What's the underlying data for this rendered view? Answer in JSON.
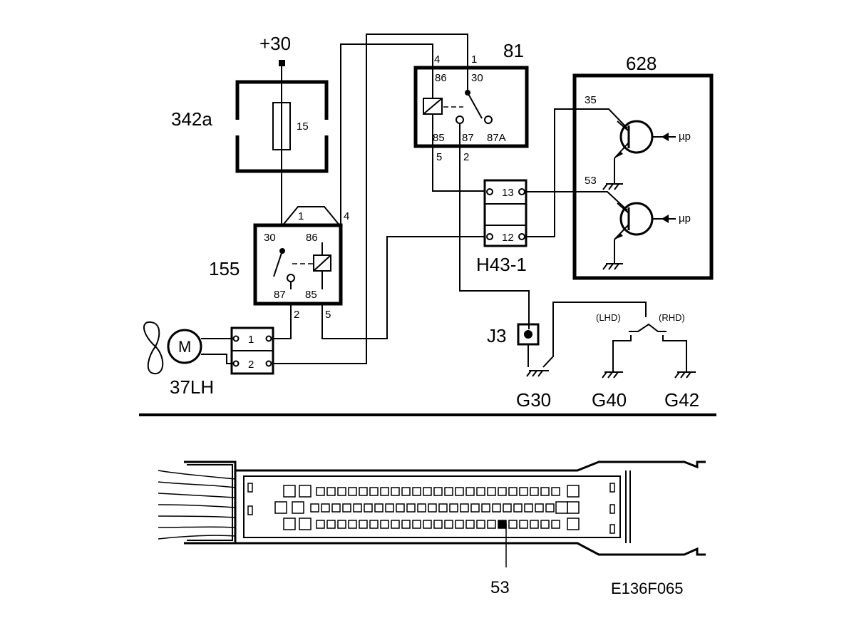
{
  "diagram": {
    "supply_label": "+30",
    "fuse_block": {
      "label": "342a",
      "fuse_number": "15"
    },
    "relay_81": {
      "label": "81",
      "pins": {
        "p86": "86",
        "p30": "30",
        "p85": "85",
        "p87": "87",
        "p87a": "87A"
      },
      "wire_4": "4",
      "wire_1": "1",
      "wire_5": "5",
      "wire_2": "2"
    },
    "relay_155": {
      "label": "155",
      "pins": {
        "p30": "30",
        "p86": "86",
        "p87": "87",
        "p85": "85"
      },
      "wire_1": "1",
      "wire_4": "4",
      "wire_2": "2",
      "wire_5": "5"
    },
    "control_module": {
      "label": "628",
      "pin_35": "35",
      "pin_53": "53",
      "mp_label_1": "µp",
      "mp_label_2": "µp"
    },
    "connector_h43": {
      "label": "H43-1",
      "pin_13": "13",
      "pin_12": "12"
    },
    "fan_connector": {
      "pin_1": "1",
      "pin_2": "2"
    },
    "fan_motor": {
      "label": "37LH",
      "motor_symbol": "M"
    },
    "splice_j3": {
      "label": "J3"
    },
    "grounds": {
      "g30": "G30",
      "g40": "G40",
      "g42": "G42"
    },
    "lhd_label": "(LHD)",
    "rhd_label": "(RHD)"
  },
  "connector_view": {
    "pin_callout": "53"
  },
  "figure_code": "E136F065"
}
